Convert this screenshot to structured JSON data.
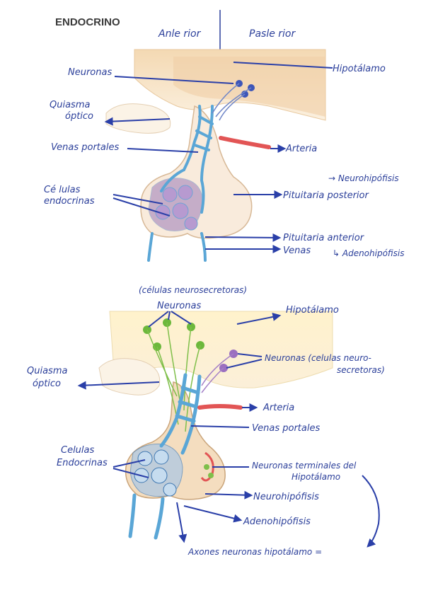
{
  "page": {
    "title": "ENDOCRINO"
  },
  "top_diagram": {
    "header_left": "Anle rior",
    "header_right": "Pasle rior",
    "labels": {
      "neuronas": "Neuronas",
      "hipotalamo": "Hipotálamo",
      "quiasma": [
        "Quiasma",
        "óptico"
      ],
      "venas_portales": "Venas portales",
      "arteria": "Arteria",
      "neurohipofisis": "→ Neurohipófisis",
      "celulas_endocrinas": [
        "Cé lulas",
        "endocrinas"
      ],
      "pituitaria_posterior": "Pituitaria posterior",
      "pituitaria_anterior": "Pituitaria anterior",
      "venas": "Venas",
      "adenohipofisis": "↳ Adenohipófisis"
    }
  },
  "bottom_diagram": {
    "labels": {
      "celulas_neuro": "(células neurosecretoras)",
      "neuronas": "Neuronas",
      "hipotalamo": "Hipotálamo",
      "neuronas_secretoras": [
        "Neuronas (celulas neuro-",
        "secretoras)"
      ],
      "quiasma": [
        "Quiasma",
        "óptico"
      ],
      "arteria": "Arteria",
      "venas_portales": "Venas portales",
      "celulas_endocrinas": [
        "Celulas",
        "Endocrinas"
      ],
      "neuronas_terminales": [
        "Neuronas terminales del",
        "Hipotálamo"
      ],
      "neurohipofisis": "Neurohipófisis",
      "adenohipofisis": "Adenohipófisis",
      "axones": "Axones neuronas hipotálamo ="
    }
  },
  "colors": {
    "ink": "#2b3f9a",
    "vessel_blue": "#5aa6d6",
    "artery_red": "#e25555",
    "tissue_peach": "#f7e2c6",
    "gland_purple": "#9b7bb8"
  }
}
